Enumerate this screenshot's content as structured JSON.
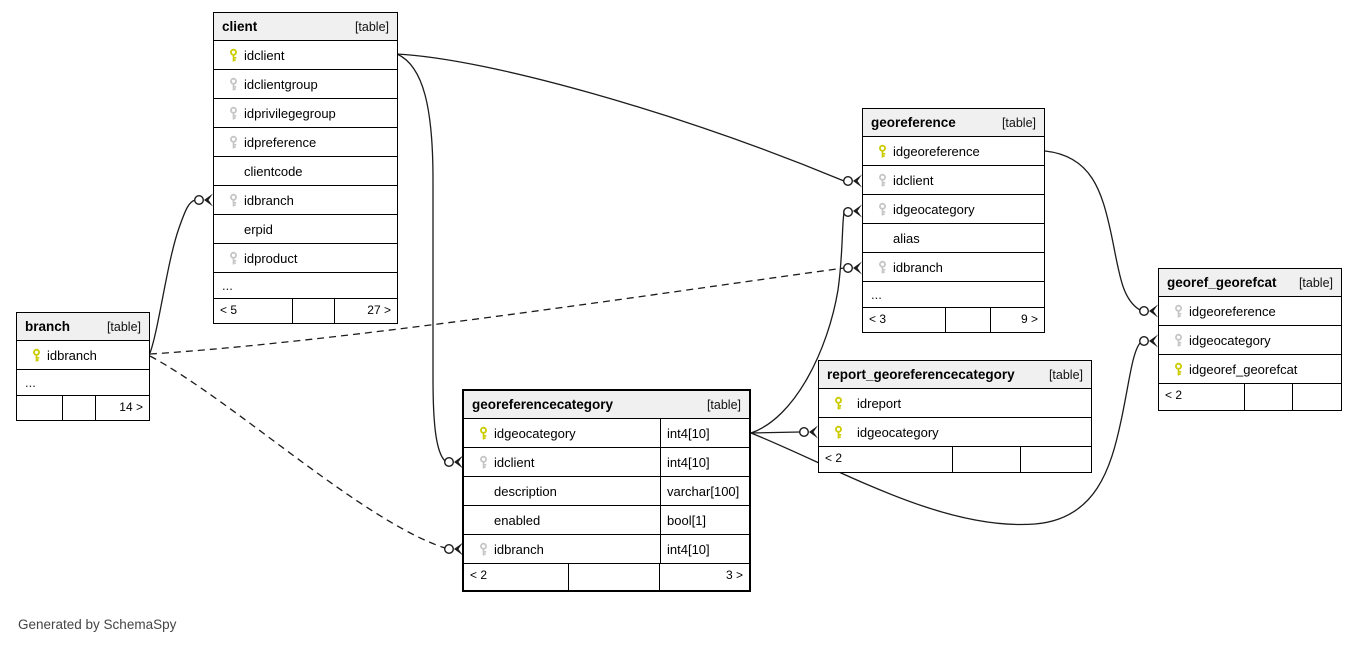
{
  "note": "Generated by SchemaSpy",
  "colors": {
    "pk_key": "#cbcb00",
    "fk_key": "#c6c6c6",
    "header_bg": "#f0f0f0",
    "border": "#000000",
    "line": "#1c1c1c"
  },
  "tables": {
    "client": {
      "title": "client",
      "tag": "[table]",
      "rows": [
        {
          "name": "idclient",
          "key": "pk"
        },
        {
          "name": "idclientgroup",
          "key": "fk"
        },
        {
          "name": "idprivilegegroup",
          "key": "fk"
        },
        {
          "name": "idpreference",
          "key": "fk"
        },
        {
          "name": "clientcode",
          "key": "none"
        },
        {
          "name": "idbranch",
          "key": "fk"
        },
        {
          "name": "erpid",
          "key": "none"
        },
        {
          "name": "idproduct",
          "key": "fk"
        },
        {
          "name": "...",
          "key": "ellipsis"
        }
      ],
      "footer": [
        "< 5",
        "",
        "27 >"
      ]
    },
    "branch": {
      "title": "branch",
      "tag": "[table]",
      "rows": [
        {
          "name": "idbranch",
          "key": "pk"
        },
        {
          "name": "...",
          "key": "ellipsis"
        }
      ],
      "footer": [
        "",
        "",
        "14 >"
      ]
    },
    "georeference": {
      "title": "georeference",
      "tag": "[table]",
      "rows": [
        {
          "name": "idgeoreference",
          "key": "pk"
        },
        {
          "name": "idclient",
          "key": "fk"
        },
        {
          "name": "idgeocategory",
          "key": "fk"
        },
        {
          "name": "alias",
          "key": "none"
        },
        {
          "name": "idbranch",
          "key": "fk"
        },
        {
          "name": "...",
          "key": "ellipsis"
        }
      ],
      "footer": [
        "< 3",
        "",
        "9 >"
      ]
    },
    "georeferencecategory": {
      "title": "georeferencecategory",
      "tag": "[table]",
      "rows": [
        {
          "name": "idgeocategory",
          "key": "pk",
          "type": "int4[10]"
        },
        {
          "name": "idclient",
          "key": "fk",
          "type": "int4[10]"
        },
        {
          "name": "description",
          "key": "none",
          "type": "varchar[100]"
        },
        {
          "name": "enabled",
          "key": "none",
          "type": "bool[1]"
        },
        {
          "name": "idbranch",
          "key": "fk",
          "type": "int4[10]"
        }
      ],
      "footer": [
        "< 2",
        "",
        "3 >"
      ]
    },
    "report_georeferencecategory": {
      "title": "report_georeferencecategory",
      "tag": "[table]",
      "rows": [
        {
          "name": "idreport",
          "key": "pk"
        },
        {
          "name": "idgeocategory",
          "key": "pk"
        }
      ],
      "footer": [
        "< 2",
        "",
        ""
      ]
    },
    "georef_georefcat": {
      "title": "georef_georefcat",
      "tag": "[table]",
      "rows": [
        {
          "name": "idgeoreference",
          "key": "fk"
        },
        {
          "name": "idgeocategory",
          "key": "fk"
        },
        {
          "name": "idgeoref_georefcat",
          "key": "pk"
        }
      ],
      "footer": [
        "< 2",
        "",
        ""
      ]
    }
  },
  "relationships": [
    {
      "from": "branch.idbranch",
      "to": "client.idbranch",
      "style": "solid"
    },
    {
      "from": "client.idclient",
      "to": "georeference.idclient",
      "style": "solid"
    },
    {
      "from": "client.idclient",
      "to": "georeferencecategory.idclient",
      "style": "solid"
    },
    {
      "from": "branch.idbranch",
      "to": "georeference.idbranch",
      "style": "dashed"
    },
    {
      "from": "branch.idbranch",
      "to": "georeferencecategory.idbranch",
      "style": "dashed"
    },
    {
      "from": "georeferencecategory.idgeocategory",
      "to": "georeference.idgeocategory",
      "style": "solid"
    },
    {
      "from": "georeferencecategory.idgeocategory",
      "to": "report_georeferencecategory.idgeocategory",
      "style": "solid"
    },
    {
      "from": "georeferencecategory.idgeocategory",
      "to": "georef_georefcat.idgeocategory",
      "style": "solid"
    },
    {
      "from": "georeference.idgeoreference",
      "to": "georef_georefcat.idgeoreference",
      "style": "solid"
    }
  ]
}
